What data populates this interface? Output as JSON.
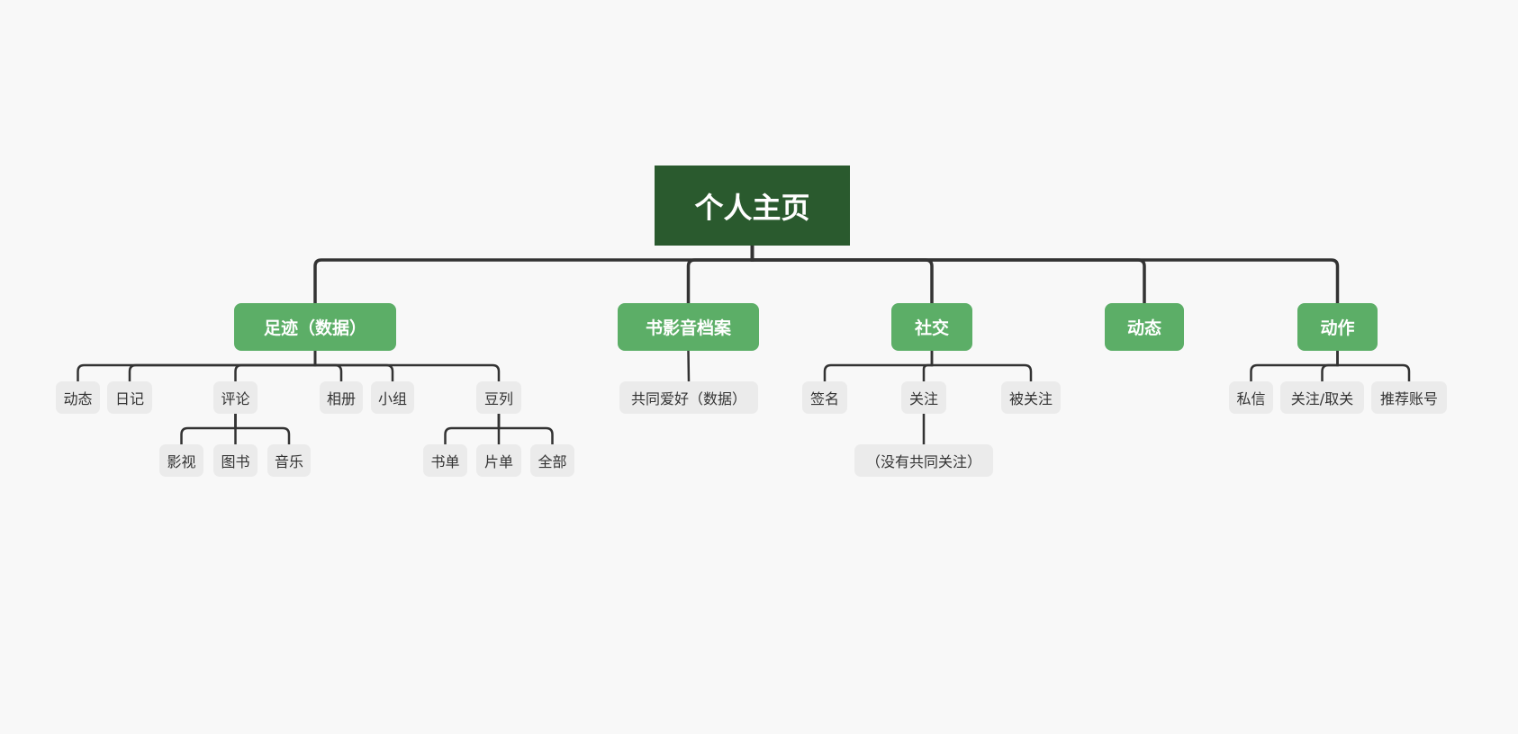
{
  "root": "个人主页",
  "branches": {
    "footprint": {
      "label": "足迹（数据）",
      "children": [
        "动态",
        "日记",
        "评论",
        "相册",
        "小组",
        "豆列"
      ],
      "review_children": [
        "影视",
        "图书",
        "音乐"
      ],
      "doulist_children": [
        "书单",
        "片单",
        "全部"
      ]
    },
    "archive": {
      "label": "书影音档案",
      "children": [
        "共同爱好（数据）"
      ]
    },
    "social": {
      "label": "社交",
      "children": [
        "签名",
        "关注",
        "被关注"
      ],
      "follow_children": [
        "（没有共同关注）"
      ]
    },
    "feed": {
      "label": "动态"
    },
    "actions": {
      "label": "动作",
      "children": [
        "私信",
        "关注/取关",
        "推荐账号"
      ]
    }
  },
  "colors": {
    "root": "#2a5a2e",
    "branch": "#5cae67",
    "leaf": "#ebebeb",
    "line": "#333333"
  }
}
